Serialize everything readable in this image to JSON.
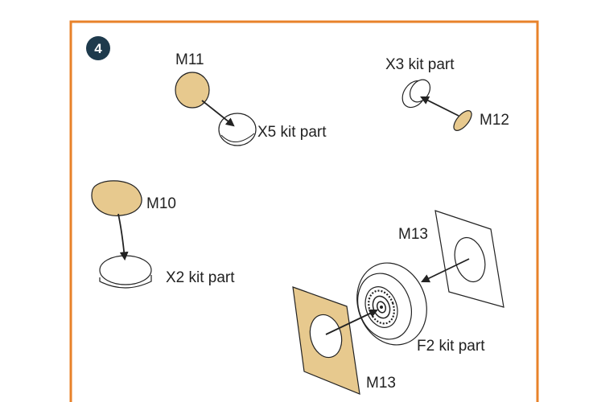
{
  "step": {
    "number": "4"
  },
  "colors": {
    "frame": "#e8822a",
    "badge": "#1e3a4c",
    "mask_fill": "#e7c98e",
    "line": "#222222"
  },
  "labels": {
    "m11": "M11",
    "x5": "X5 kit part",
    "x3": "X3 kit part",
    "m12": "M12",
    "m10": "M10",
    "x2": "X2 kit part",
    "m13_top": "M13",
    "f2": "F2 kit part",
    "m13_bottom": "M13"
  }
}
